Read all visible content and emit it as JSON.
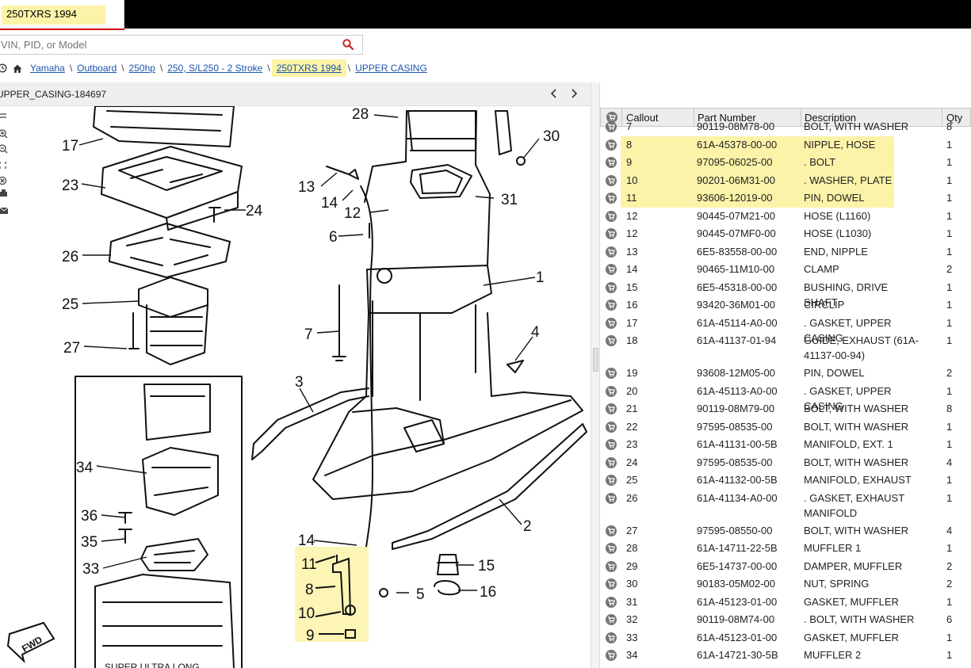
{
  "tab": {
    "title": "250TXRS 1994"
  },
  "search": {
    "placeholder": "VIN, PID, or Model"
  },
  "breadcrumb": [
    {
      "label": "Yamaha",
      "highlight": false
    },
    {
      "label": "Outboard",
      "highlight": false
    },
    {
      "label": "250hp",
      "highlight": false
    },
    {
      "label": "250, S/L250 - 2 Stroke",
      "highlight": false
    },
    {
      "label": "250TXRS 1994",
      "highlight": true
    },
    {
      "label": "UPPER CASING",
      "highlight": false
    }
  ],
  "diagram": {
    "title": "UPPER_CASING-184697",
    "callouts": [
      "28",
      "30",
      "17",
      "23",
      "24",
      "13",
      "14",
      "12",
      "31",
      "6",
      "26",
      "1",
      "25",
      "7",
      "27",
      "4",
      "3",
      "34",
      "36",
      "35",
      "33",
      "14",
      "11",
      "8",
      "10",
      "9",
      "15",
      "5",
      "16",
      "2"
    ],
    "fwd_label": "FWD",
    "caption": "SUPER ULTRA LONG"
  },
  "table": {
    "headers": {
      "callout": "Callout",
      "part_number": "Part Number",
      "description": "Description",
      "qty": "Qty"
    },
    "rows": [
      {
        "callout": "7",
        "part": "90119-08M78-00",
        "desc": "BOLT, WITH WASHER",
        "qty": "8",
        "highlight": false
      },
      {
        "callout": "8",
        "part": "61A-45378-00-00",
        "desc": "NIPPLE, HOSE",
        "qty": "1",
        "highlight": true
      },
      {
        "callout": "9",
        "part": "97095-06025-00",
        "desc": ". BOLT",
        "qty": "1",
        "highlight": true
      },
      {
        "callout": "10",
        "part": "90201-06M31-00",
        "desc": ". WASHER, PLATE",
        "qty": "1",
        "highlight": true
      },
      {
        "callout": "11",
        "part": "93606-12019-00",
        "desc": "PIN, DOWEL",
        "qty": "1",
        "highlight": true
      },
      {
        "callout": "12",
        "part": "90445-07M21-00",
        "desc": "HOSE (L1160)",
        "qty": "1",
        "highlight": false
      },
      {
        "callout": "12",
        "part": "90445-07MF0-00",
        "desc": "HOSE (L1030)",
        "qty": "1",
        "highlight": false
      },
      {
        "callout": "13",
        "part": "6E5-83558-00-00",
        "desc": "END, NIPPLE",
        "qty": "1",
        "highlight": false
      },
      {
        "callout": "14",
        "part": "90465-11M10-00",
        "desc": "CLAMP",
        "qty": "2",
        "highlight": false
      },
      {
        "callout": "15",
        "part": "6E5-45318-00-00",
        "desc": "BUSHING, DRIVE SHAFT",
        "qty": "1",
        "highlight": false
      },
      {
        "callout": "16",
        "part": "93420-36M01-00",
        "desc": "CIRCLIP",
        "qty": "1",
        "highlight": false
      },
      {
        "callout": "17",
        "part": "61A-45114-A0-00",
        "desc": ". GASKET, UPPER CASING",
        "qty": "1",
        "highlight": false
      },
      {
        "callout": "18",
        "part": "61A-41137-01-94",
        "desc": "GUIDE, EXHAUST (61A-41137-00-94)",
        "qty": "1",
        "highlight": false,
        "tall": true
      },
      {
        "callout": "19",
        "part": "93608-12M05-00",
        "desc": "PIN, DOWEL",
        "qty": "2",
        "highlight": false
      },
      {
        "callout": "20",
        "part": "61A-45113-A0-00",
        "desc": ". GASKET, UPPER CASING",
        "qty": "1",
        "highlight": false
      },
      {
        "callout": "21",
        "part": "90119-08M79-00",
        "desc": "BOLT, WITH WASHER",
        "qty": "8",
        "highlight": false
      },
      {
        "callout": "22",
        "part": "97595-08535-00",
        "desc": "BOLT, WITH WASHER",
        "qty": "1",
        "highlight": false
      },
      {
        "callout": "23",
        "part": "61A-41131-00-5B",
        "desc": "MANIFOLD, EXT. 1",
        "qty": "1",
        "highlight": false
      },
      {
        "callout": "24",
        "part": "97595-08535-00",
        "desc": "BOLT, WITH WASHER",
        "qty": "4",
        "highlight": false
      },
      {
        "callout": "25",
        "part": "61A-41132-00-5B",
        "desc": "MANIFOLD, EXHAUST",
        "qty": "1",
        "highlight": false
      },
      {
        "callout": "26",
        "part": "61A-41134-A0-00",
        "desc": ". GASKET, EXHAUST MANIFOLD",
        "qty": "1",
        "highlight": false,
        "tall": true
      },
      {
        "callout": "27",
        "part": "97595-08550-00",
        "desc": "BOLT, WITH WASHER",
        "qty": "4",
        "highlight": false
      },
      {
        "callout": "28",
        "part": "61A-14711-22-5B",
        "desc": "MUFFLER 1",
        "qty": "1",
        "highlight": false
      },
      {
        "callout": "29",
        "part": "6E5-14737-00-00",
        "desc": "DAMPER, MUFFLER",
        "qty": "2",
        "highlight": false
      },
      {
        "callout": "30",
        "part": "90183-05M02-00",
        "desc": "NUT, SPRING",
        "qty": "2",
        "highlight": false
      },
      {
        "callout": "31",
        "part": "61A-45123-01-00",
        "desc": "GASKET, MUFFLER",
        "qty": "1",
        "highlight": false
      },
      {
        "callout": "32",
        "part": "90119-08M74-00",
        "desc": ". BOLT, WITH WASHER",
        "qty": "6",
        "highlight": false
      },
      {
        "callout": "33",
        "part": "61A-45123-01-00",
        "desc": "GASKET, MUFFLER",
        "qty": "1",
        "highlight": false
      },
      {
        "callout": "34",
        "part": "61A-14721-30-5B",
        "desc": "MUFFLER 2",
        "qty": "1",
        "highlight": false
      }
    ]
  },
  "colors": {
    "highlight": "#fbf3a8",
    "link": "#1a56a8",
    "search_icon": "#cc1f1f",
    "cart": "#757575"
  }
}
